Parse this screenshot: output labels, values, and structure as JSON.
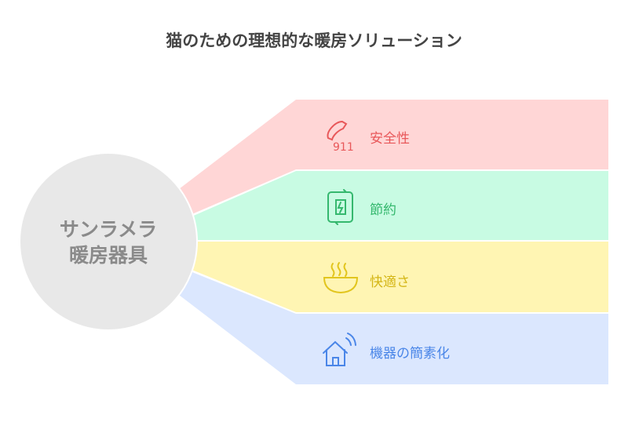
{
  "title": "猫のための理想的な暖房ソリューション",
  "center": {
    "line1": "サンラメラ",
    "line2": "暖房器具",
    "color": "#e8e8e8"
  },
  "branches": [
    {
      "label": "安全性",
      "icon": "phone-911-icon",
      "icon_text": "911",
      "fill": "#ffd6d6",
      "color": "#e8585a"
    },
    {
      "label": "節約",
      "icon": "battery-recycle-icon",
      "fill": "#c8fbe3",
      "color": "#35b86e"
    },
    {
      "label": "快適さ",
      "icon": "hot-bowl-icon",
      "fill": "#fff5b3",
      "color": "#e2c51d"
    },
    {
      "label": "機器の簡素化",
      "icon": "smart-home-icon",
      "fill": "#dbe7fe",
      "color": "#4a86e8"
    }
  ]
}
